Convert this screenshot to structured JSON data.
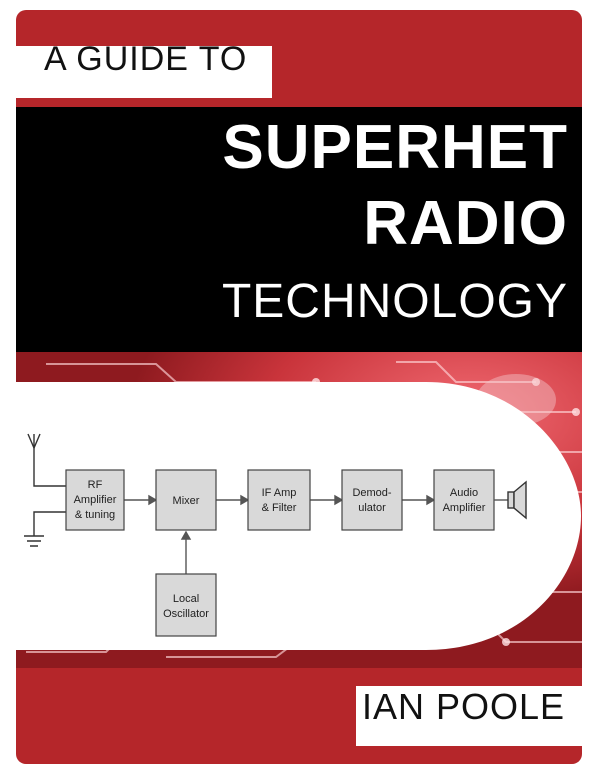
{
  "cover": {
    "subtitle": "A GUIDE TO",
    "title_line1": "SUPERHET",
    "title_line2": "RADIO",
    "title_line3": "TECHNOLOGY",
    "author": "IAN POOLE"
  },
  "diagram": {
    "blocks": {
      "rf_l1": "RF",
      "rf_l2": "Amplifier",
      "rf_l3": "& tuning",
      "mixer": "Mixer",
      "if_l1": "IF Amp",
      "if_l2": "& Filter",
      "demod_l1": "Demod-",
      "demod_l2": "ulator",
      "audio_l1": "Audio",
      "audio_l2": "Amplifier",
      "lo_l1": "Local",
      "lo_l2": "Oscillator"
    }
  },
  "colors": {
    "cover_red": "#b5262a",
    "title_band": "#000000",
    "block_fill": "#d9d9d9"
  }
}
